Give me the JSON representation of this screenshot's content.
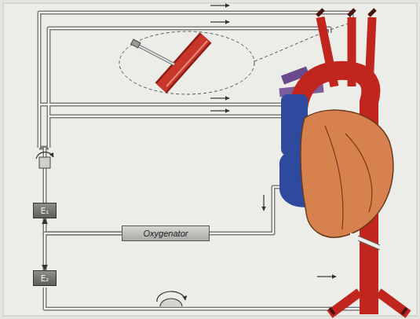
{
  "diagram": {
    "nodes": [
      {
        "text": [
          "Oxygenator"
        ]
      },
      {
        "text": [
          "E₁"
        ]
      },
      {
        "text": [
          "E₂"
        ]
      }
    ],
    "edges": [
      {
        "from": 0,
        "to": 1,
        "arrow": "to"
      },
      {
        "from": 0,
        "to": 2,
        "arrow": "to"
      }
    ]
  }
}
